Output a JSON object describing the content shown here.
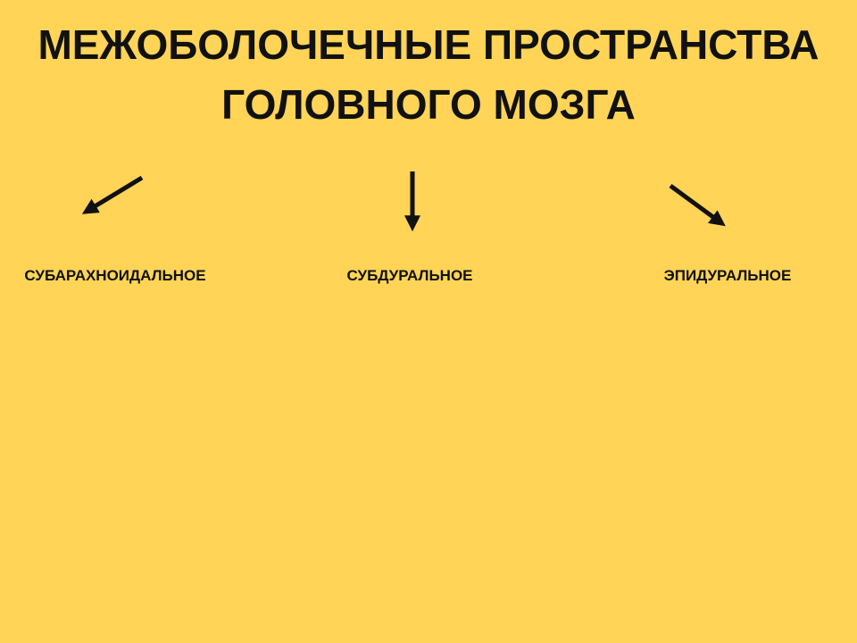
{
  "slide": {
    "title_line1": "МЕЖОБОЛОЧЕЧНЫЕ ПРОСТРАНСТВА",
    "title_line2": "ГОЛОВНОГО МОЗГА",
    "branches": [
      {
        "label": "СУБАРАХНОИДАЛЬНОЕ",
        "arrow": "arrow-down-left-icon"
      },
      {
        "label": "СУБДУРАЛЬНОЕ",
        "arrow": "arrow-down-icon"
      },
      {
        "label": "ЭПИДУРАЛЬНОЕ",
        "arrow": "arrow-down-right-icon"
      }
    ],
    "colors": {
      "background": "#ffd457",
      "text": "#111111"
    }
  }
}
